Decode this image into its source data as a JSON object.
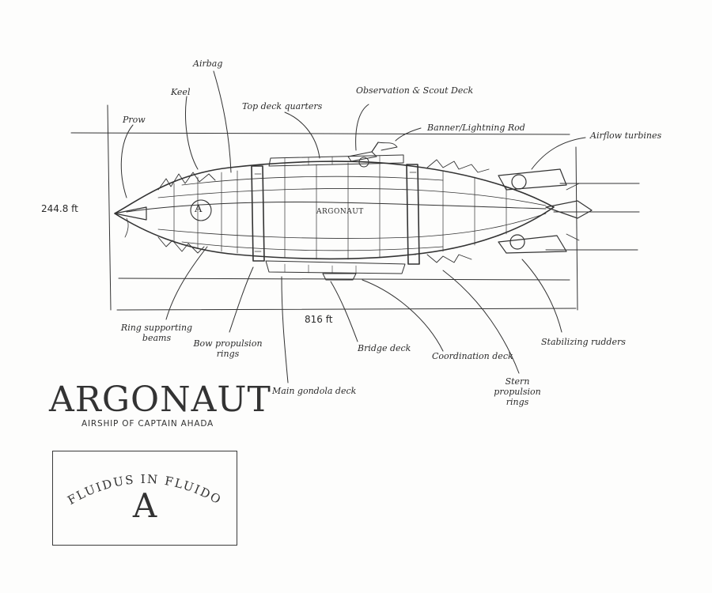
{
  "labels": {
    "airbag": "Airbag",
    "keel": "Keel",
    "prow": "Prow",
    "top_deck_quarters": "Top deck quarters",
    "observation_deck": "Observation & Scout Deck",
    "banner_rod": "Banner/Lightning Rod",
    "airflow_turbines": "Airflow turbines",
    "ring_beams": "Ring supporting beams",
    "bow_rings": "Bow propulsion rings",
    "main_gondola": "Main gondola deck",
    "bridge_deck": "Bridge deck",
    "coordination_deck": "Coordination deck",
    "stern_rings": "Stern propulsion rings",
    "stabilizing_rudders": "Stabilizing rudders"
  },
  "dimensions": {
    "height": "244.8 ft",
    "length": "816 ft"
  },
  "hull": {
    "name_plate": "ARGONAUT",
    "emblem_letter": "A"
  },
  "title": {
    "name": "ARGONAUT",
    "subtitle": "AIRSHIP OF CAPTAIN AHADA"
  },
  "motto": {
    "text": "FLUIDUS IN FLUIDO",
    "letter": "A"
  },
  "colors": {
    "ink": "#2a2a2a",
    "paper": "#fdfdfc"
  }
}
